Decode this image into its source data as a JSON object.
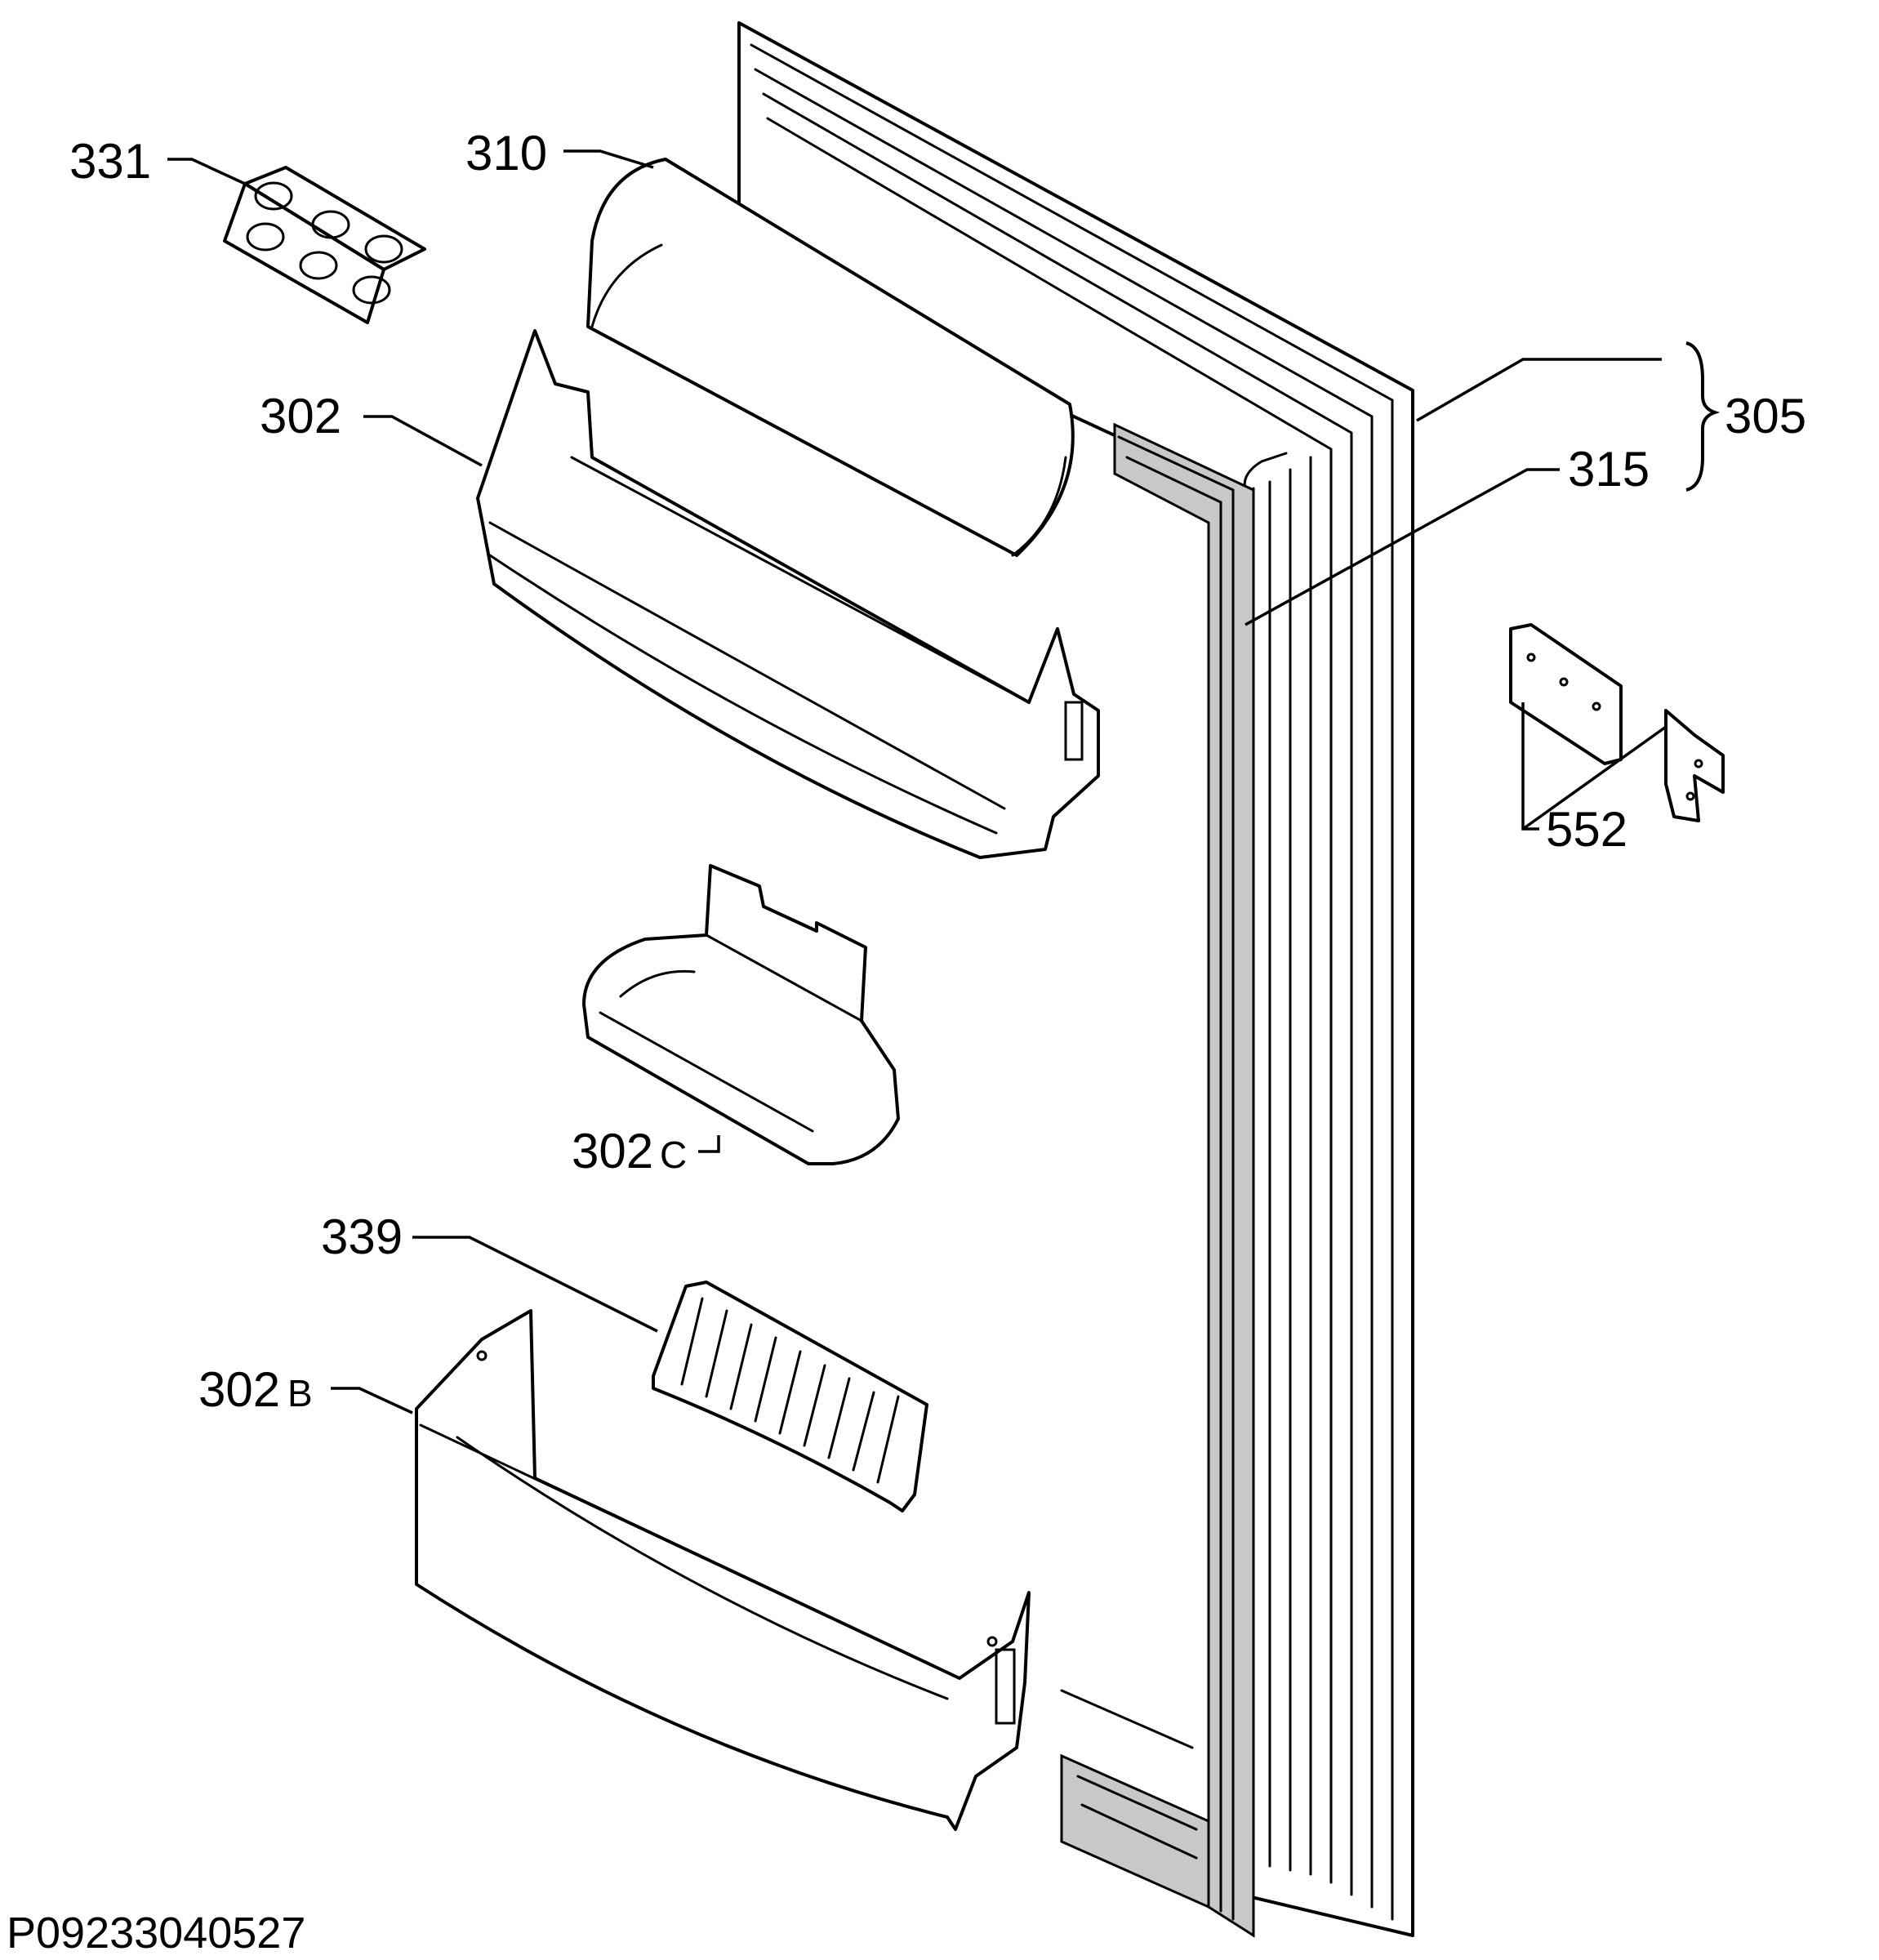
{
  "labels": {
    "egg_tray": "331",
    "butter_cover": "310",
    "upper_shelf": "302",
    "door_assembly": "305",
    "gasket": "315",
    "hinge": "552",
    "small_shelf_num": "302",
    "small_shelf_suffix": "C",
    "bottle_shelf_num": "302",
    "bottle_shelf_suffix": "B",
    "bottle_holder": "339"
  },
  "drawing_code": "P09233040527",
  "colors": {
    "line": "#000000",
    "background": "#ffffff",
    "gasket_fill": "#c8c8c8"
  }
}
